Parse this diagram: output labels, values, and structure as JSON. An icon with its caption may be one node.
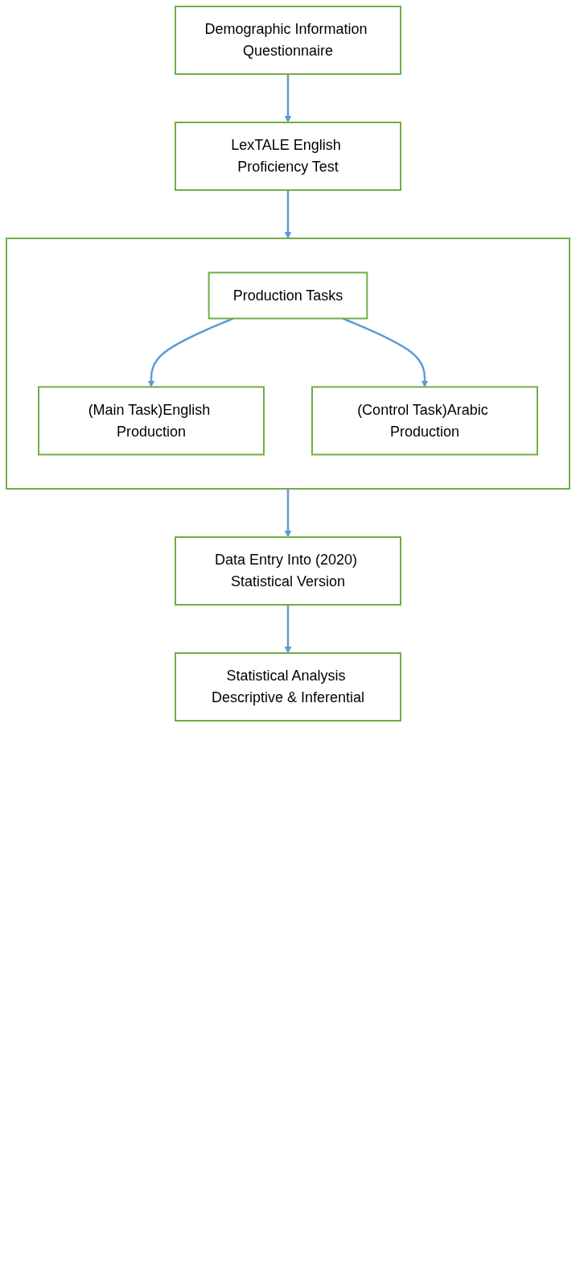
{
  "diagram": {
    "nodes": [
      {
        "text": [
          "Demographic Information Questionnaire"
        ]
      },
      {
        "text": [
          "LexTALE English Proficiency Test"
        ]
      },
      {
        "text": [],
        "shape": "box"
      },
      {
        "text": [
          "Production Tasks"
        ],
        "in": 2
      },
      {
        "text": [
          "(Main Task)English Production"
        ],
        "in": 2
      },
      {
        "text": [
          "(Control Task)Arabic Production"
        ],
        "in": 2
      },
      {
        "text": [
          "Data Entry Into (2020) Statistical Version"
        ]
      },
      {
        "text": [
          "Statistical Analysis Descriptive & Inferential"
        ]
      }
    ],
    "edges": [
      {
        "from": 0,
        "to": 1,
        "arrow": "to"
      },
      {
        "from": 1,
        "to": 2,
        "arrow": "to"
      },
      {
        "from": 3,
        "to": 4,
        "arrow": "to"
      },
      {
        "from": 3,
        "to": 5,
        "arrow": "to"
      },
      {
        "from": 2,
        "to": 6,
        "arrow": "to"
      },
      {
        "from": 6,
        "to": 7,
        "arrow": "to"
      }
    ]
  }
}
